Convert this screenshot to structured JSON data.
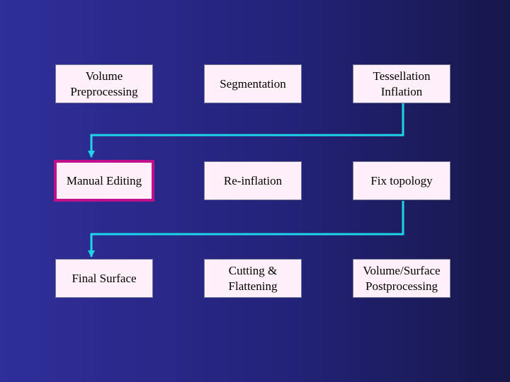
{
  "colors": {
    "node_fill": "#fff0fa",
    "highlight_border": "#c0108c",
    "connector": "#1fd4e8"
  },
  "nodes": [
    {
      "id": "volume-preprocessing",
      "label": "Volume\nPreprocessing"
    },
    {
      "id": "segmentation",
      "label": "Segmentation"
    },
    {
      "id": "tessellation-inflation",
      "label": "Tessellation\nInflation"
    },
    {
      "id": "manual-editing",
      "label": "Manual Editing",
      "highlighted": true
    },
    {
      "id": "re-inflation",
      "label": "Re-inflation"
    },
    {
      "id": "fix-topology",
      "label": "Fix topology"
    },
    {
      "id": "final-surface",
      "label": "Final Surface"
    },
    {
      "id": "cutting-flattening",
      "label": "Cutting &\nFlattening"
    },
    {
      "id": "volume-surface-postprocessing",
      "label": "Volume/Surface\nPostprocessing"
    }
  ]
}
